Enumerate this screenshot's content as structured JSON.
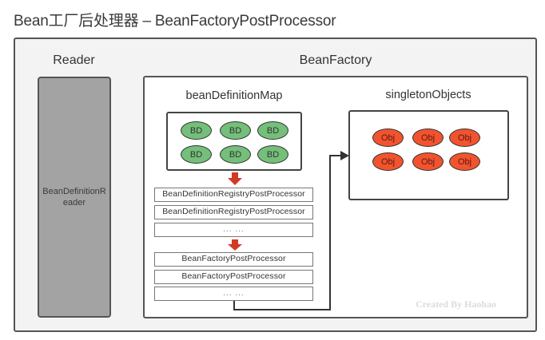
{
  "title": "Bean工厂后处理器 – BeanFactoryPostProcessor",
  "reader": {
    "label": "Reader",
    "component": "BeanDefinitionReader"
  },
  "bean_factory": {
    "label": "BeanFactory",
    "bean_definition_map": {
      "label": "beanDefinitionMap",
      "items": [
        "BD",
        "BD",
        "BD",
        "BD",
        "BD",
        "BD"
      ],
      "color": "#74bf7a"
    },
    "singleton_objects": {
      "label": "singletonObjects",
      "items": [
        "Obj",
        "Obj",
        "Obj",
        "Obj",
        "Obj",
        "Obj"
      ],
      "color": "#f2532f"
    },
    "registry_processors": [
      "BeanDefinitionRegistryPostProcessor",
      "BeanDefinitionRegistryPostProcessor",
      "... ..."
    ],
    "factory_processors": [
      "BeanFactoryPostProcessor",
      "BeanFactoryPostProcessor",
      "... ..."
    ]
  },
  "arrow_color": "#d03a24",
  "watermark": "Created By Haohao"
}
